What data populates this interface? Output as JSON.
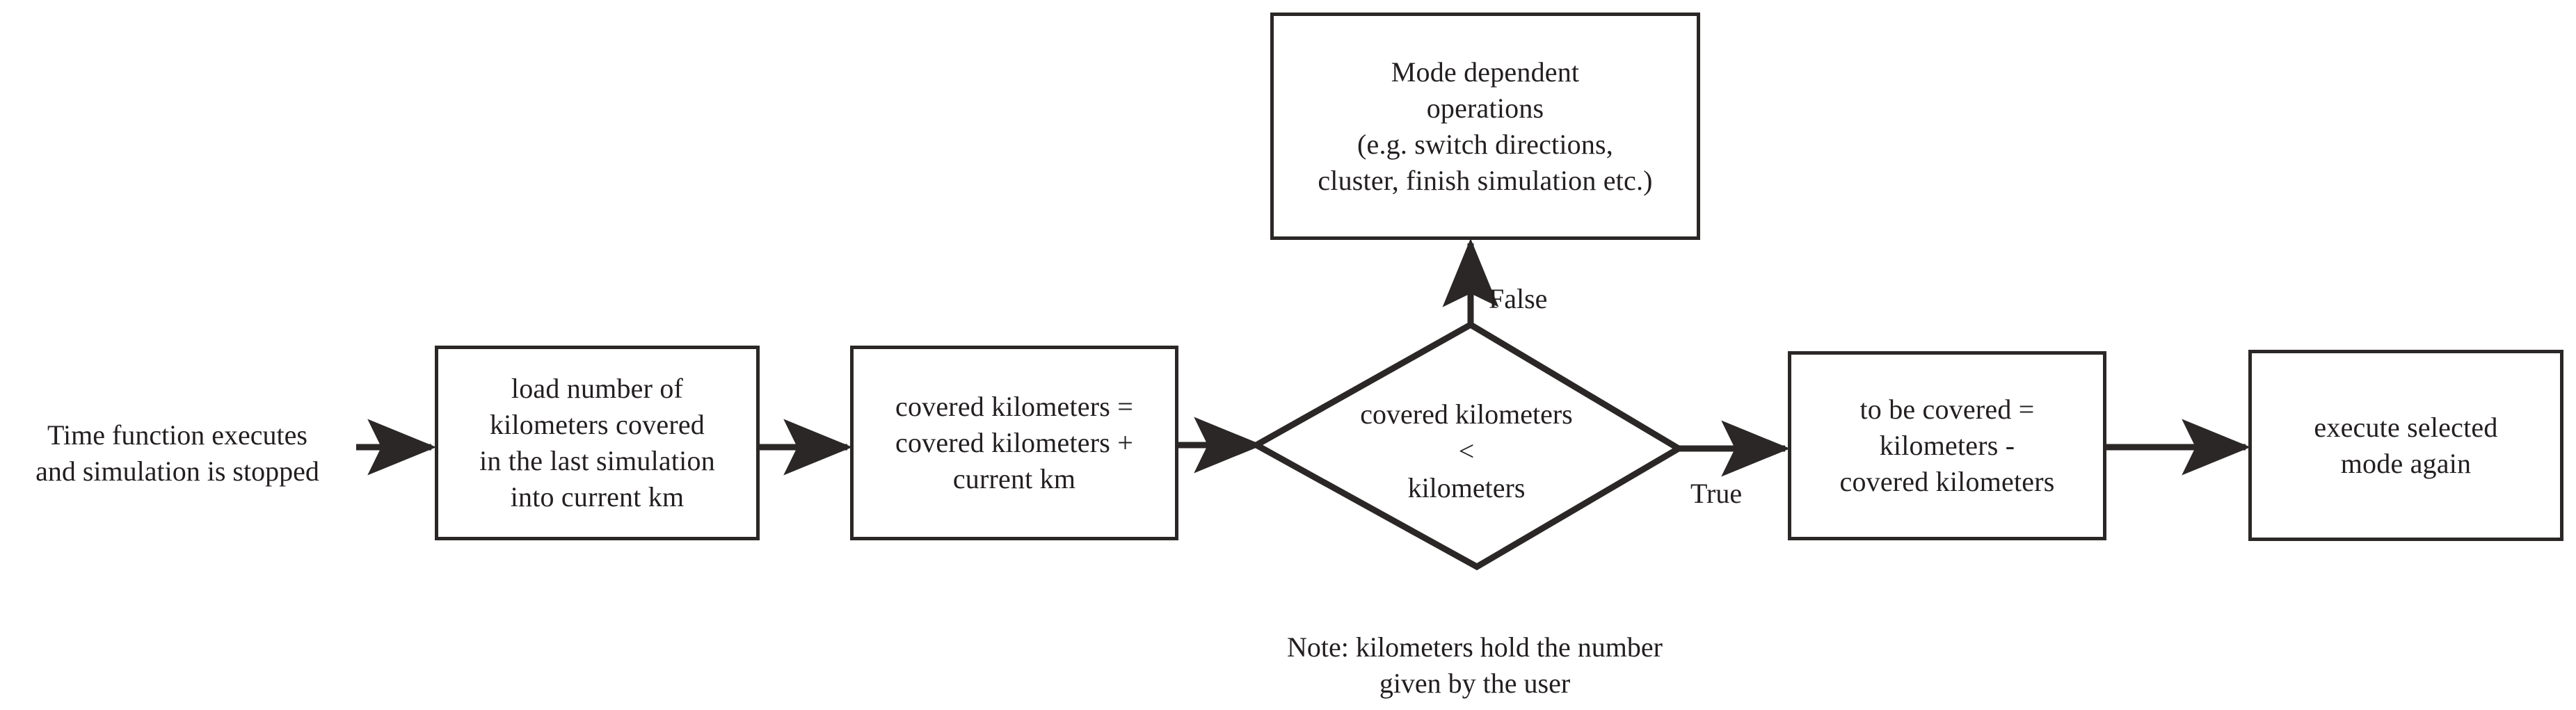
{
  "diagram": {
    "type": "flowchart",
    "title": "Time function / kilometer tracking flow",
    "background": "#ffffff",
    "stroke_color": "#2b2727",
    "text_color": "#231f20",
    "nodes": {
      "start_text": {
        "shape": "plain-text",
        "label": "Time function executes\nand simulation is stopped"
      },
      "load_km": {
        "shape": "rectangle",
        "label": "load number of\nkilometers covered\nin the last simulation\ninto current km"
      },
      "accumulate": {
        "shape": "rectangle",
        "label": "covered kilometers =\ncovered kilometers +\ncurrent km"
      },
      "decision": {
        "shape": "diamond",
        "label": "covered kilometers\n<\nkilometers"
      },
      "mode_ops": {
        "shape": "rectangle",
        "label": "Mode dependent\noperations\n(e.g. switch directions,\ncluster, finish simulation etc.)"
      },
      "to_be_covered": {
        "shape": "rectangle",
        "label": "to be covered =\nkilometers -\ncovered kilometers"
      },
      "execute_again": {
        "shape": "rectangle",
        "label": "execute selected\nmode again"
      },
      "note": {
        "shape": "plain-text",
        "label": "Note: kilometers hold the number\ngiven by the user"
      }
    },
    "edge_labels": {
      "false_branch": "False",
      "true_branch": "True"
    },
    "edges": [
      {
        "from": "start_text",
        "to": "load_km",
        "label": ""
      },
      {
        "from": "load_km",
        "to": "accumulate",
        "label": ""
      },
      {
        "from": "accumulate",
        "to": "decision",
        "label": ""
      },
      {
        "from": "decision",
        "to": "mode_ops",
        "label": "False"
      },
      {
        "from": "decision",
        "to": "to_be_covered",
        "label": "True"
      },
      {
        "from": "to_be_covered",
        "to": "execute_again",
        "label": ""
      }
    ]
  }
}
